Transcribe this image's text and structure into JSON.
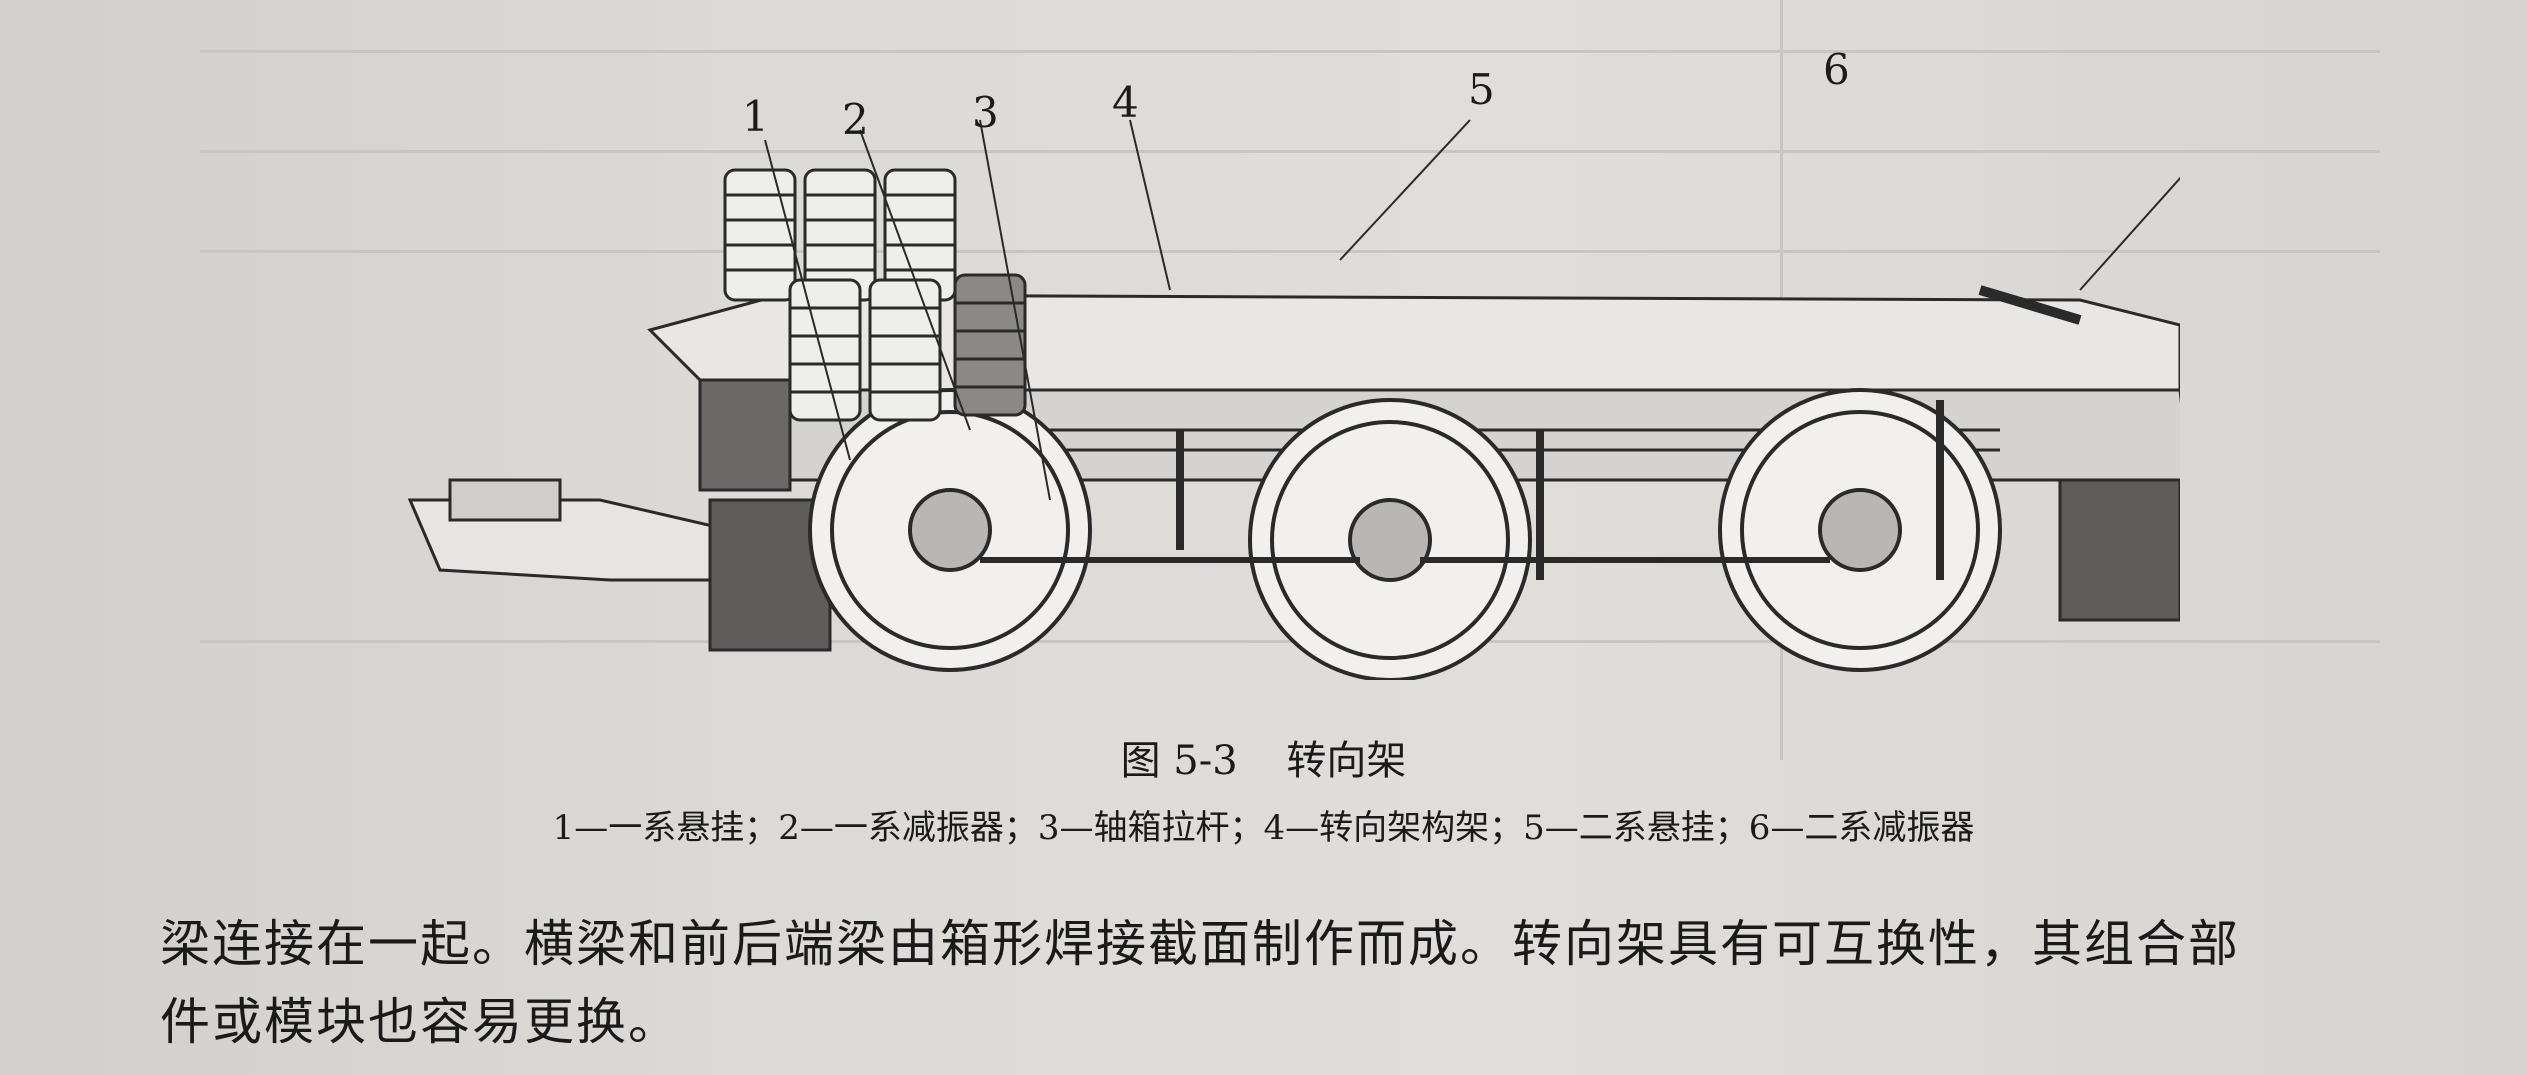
{
  "figure": {
    "number": "图 5-3",
    "title": "转向架",
    "callouts": [
      "1",
      "2",
      "3",
      "4",
      "5",
      "6"
    ],
    "legend": "1—一系悬挂；2—一系减振器；3—轴箱拉杆；4—转向架构架；5—二系悬挂；6—二系减振器"
  },
  "body": {
    "line1": "梁连接在一起。横梁和前后端梁由箱形焊接截面制作而成。转向架具有可互换性，其组合部",
    "line2": "件或模块也容易更换。"
  }
}
